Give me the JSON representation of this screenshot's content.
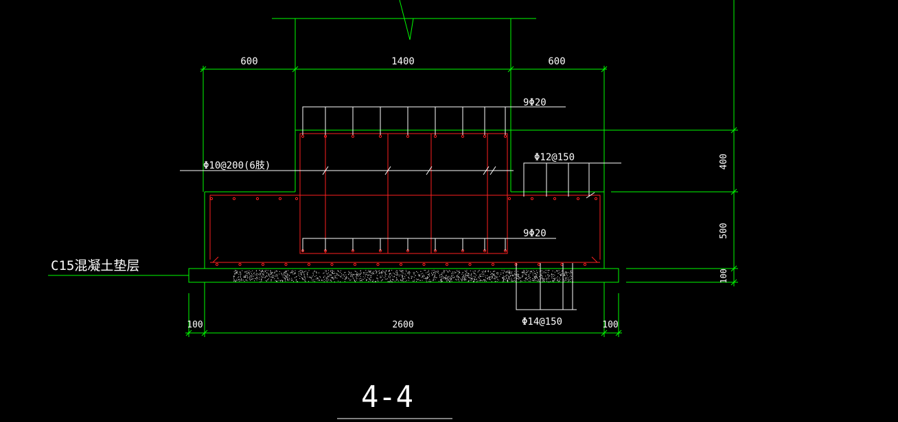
{
  "colors": {
    "background": "#000000",
    "outline": "#00ff00",
    "rebar": "#ff2020",
    "annotation": "#ffffff",
    "concrete_hatch": "#e0e0e0"
  },
  "dimensions": {
    "top_left": "600",
    "top_center": "1400",
    "top_right": "600",
    "bottom_left": "100",
    "bottom_center": "2600",
    "bottom_right": "100",
    "right_top": "400",
    "right_middle": "500",
    "right_bottom": "100"
  },
  "labels": {
    "top_bars": "9Φ20",
    "stirrups": "Φ10@200(6肢)",
    "distribution_bars": "Φ12@150",
    "bottom_bars": "9Φ20",
    "bottom_mesh": "Φ14@150",
    "cushion": "C15混凝土垫层"
  },
  "section_title": "4-4"
}
